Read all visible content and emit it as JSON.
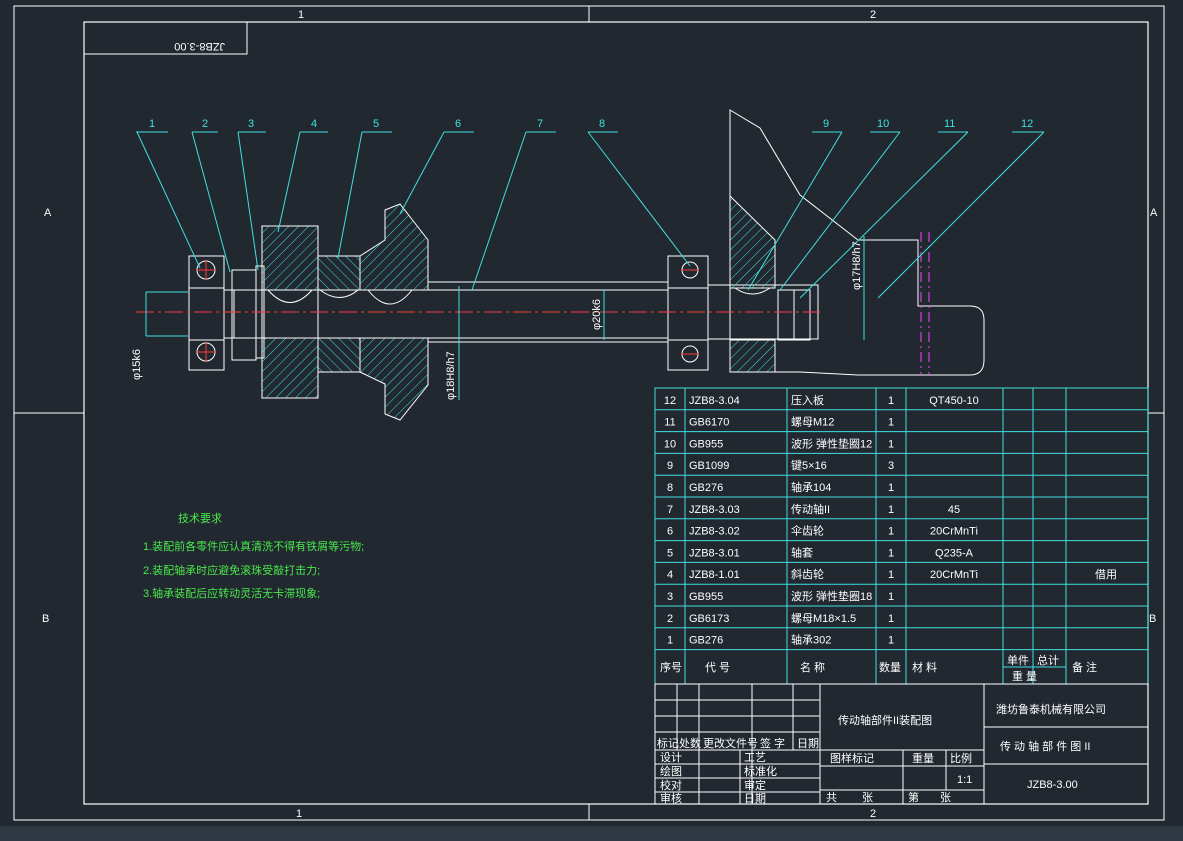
{
  "drawing": {
    "background": "#212830",
    "line_color": "#ffffff",
    "leader_color": "#3fe0e0",
    "hatch_color": "#3fe0e0",
    "centerline_color": "#ff3a3a",
    "accent_magenta": "#ff40ff",
    "tech_text_color": "#49e84a",
    "mirror_code": "JZB8-3.00",
    "zone_top": [
      "1",
      "2"
    ],
    "zone_bottom": [
      "1",
      "2"
    ],
    "zone_left": [
      "A",
      "B"
    ],
    "zone_right": [
      "A",
      "B"
    ],
    "balloons": [
      "1",
      "2",
      "3",
      "4",
      "5",
      "6",
      "7",
      "8",
      "9",
      "10",
      "11",
      "12"
    ],
    "dimensions": [
      "φ15k6",
      "φ18H8/h7",
      "φ20k6",
      "φ17H8/h7"
    ]
  },
  "tech_requirements": {
    "title": "技术要求",
    "items": [
      "1.装配前各零件应认真清洗不得有铁屑等污物;",
      "2.装配轴承时应避免滚珠受敲打击力;",
      "3.轴承装配后应转动灵活无卡滞现象;"
    ]
  },
  "bom": {
    "rows": [
      {
        "no": "12",
        "code": "JZB8-3.04",
        "name": "压入板",
        "qty": "1",
        "material": "QT450-10",
        "remark": ""
      },
      {
        "no": "11",
        "code": "GB6170",
        "name": "螺母M12",
        "qty": "1",
        "material": "",
        "remark": ""
      },
      {
        "no": "10",
        "code": "GB955",
        "name": "波形 弹性垫圈12",
        "qty": "1",
        "material": "",
        "remark": ""
      },
      {
        "no": "9",
        "code": "GB1099",
        "name": "键5×16",
        "qty": "3",
        "material": "",
        "remark": ""
      },
      {
        "no": "8",
        "code": "GB276",
        "name": "轴承104",
        "qty": "1",
        "material": "",
        "remark": ""
      },
      {
        "no": "7",
        "code": "JZB8-3.03",
        "name": "传动轴II",
        "qty": "1",
        "material": "45",
        "remark": ""
      },
      {
        "no": "6",
        "code": "JZB8-3.02",
        "name": "伞齿轮",
        "qty": "1",
        "material": "20CrMnTi",
        "remark": ""
      },
      {
        "no": "5",
        "code": "JZB8-3.01",
        "name": "轴套",
        "qty": "1",
        "material": "Q235-A",
        "remark": ""
      },
      {
        "no": "4",
        "code": "JZB8-1.01",
        "name": "斜齿轮",
        "qty": "1",
        "material": "20CrMnTi",
        "remark": "借用"
      },
      {
        "no": "3",
        "code": "GB955",
        "name": "波形 弹性垫圈18",
        "qty": "1",
        "material": "",
        "remark": ""
      },
      {
        "no": "2",
        "code": "GB6173",
        "name": "螺母M18×1.5",
        "qty": "1",
        "material": "",
        "remark": ""
      },
      {
        "no": "1",
        "code": "GB276",
        "name": "轴承302",
        "qty": "1",
        "material": "",
        "remark": ""
      }
    ],
    "header": {
      "no": "序号",
      "code": "代 号",
      "name": "名 称",
      "qty": "数量",
      "material": "材 料",
      "single": "单件",
      "total": "总计",
      "weight": "重 量",
      "remark": "备 注"
    }
  },
  "title_block": {
    "drawing_name": "传动轴部件II装配图",
    "company": "潍坊鲁泰机械有限公司",
    "subtitle": "传 动 轴 部 件 图 II",
    "drawing_no": "JZB8-3.00",
    "scale": "1:1",
    "scale_label": "比例",
    "weight_label": "重量",
    "stage_label": "图样标记",
    "sheets_total": "共",
    "sheets_page": "张",
    "sheet_no": "第",
    "sheet_suffix": "张",
    "rev_labels": [
      "标记",
      "处数",
      "更改文件号",
      "签 字",
      "日期"
    ],
    "sign_labels": [
      "设计",
      "绘图",
      "校对",
      "审核"
    ],
    "sign_labels2": [
      "工艺",
      "标准化",
      "审定",
      "日期"
    ]
  }
}
